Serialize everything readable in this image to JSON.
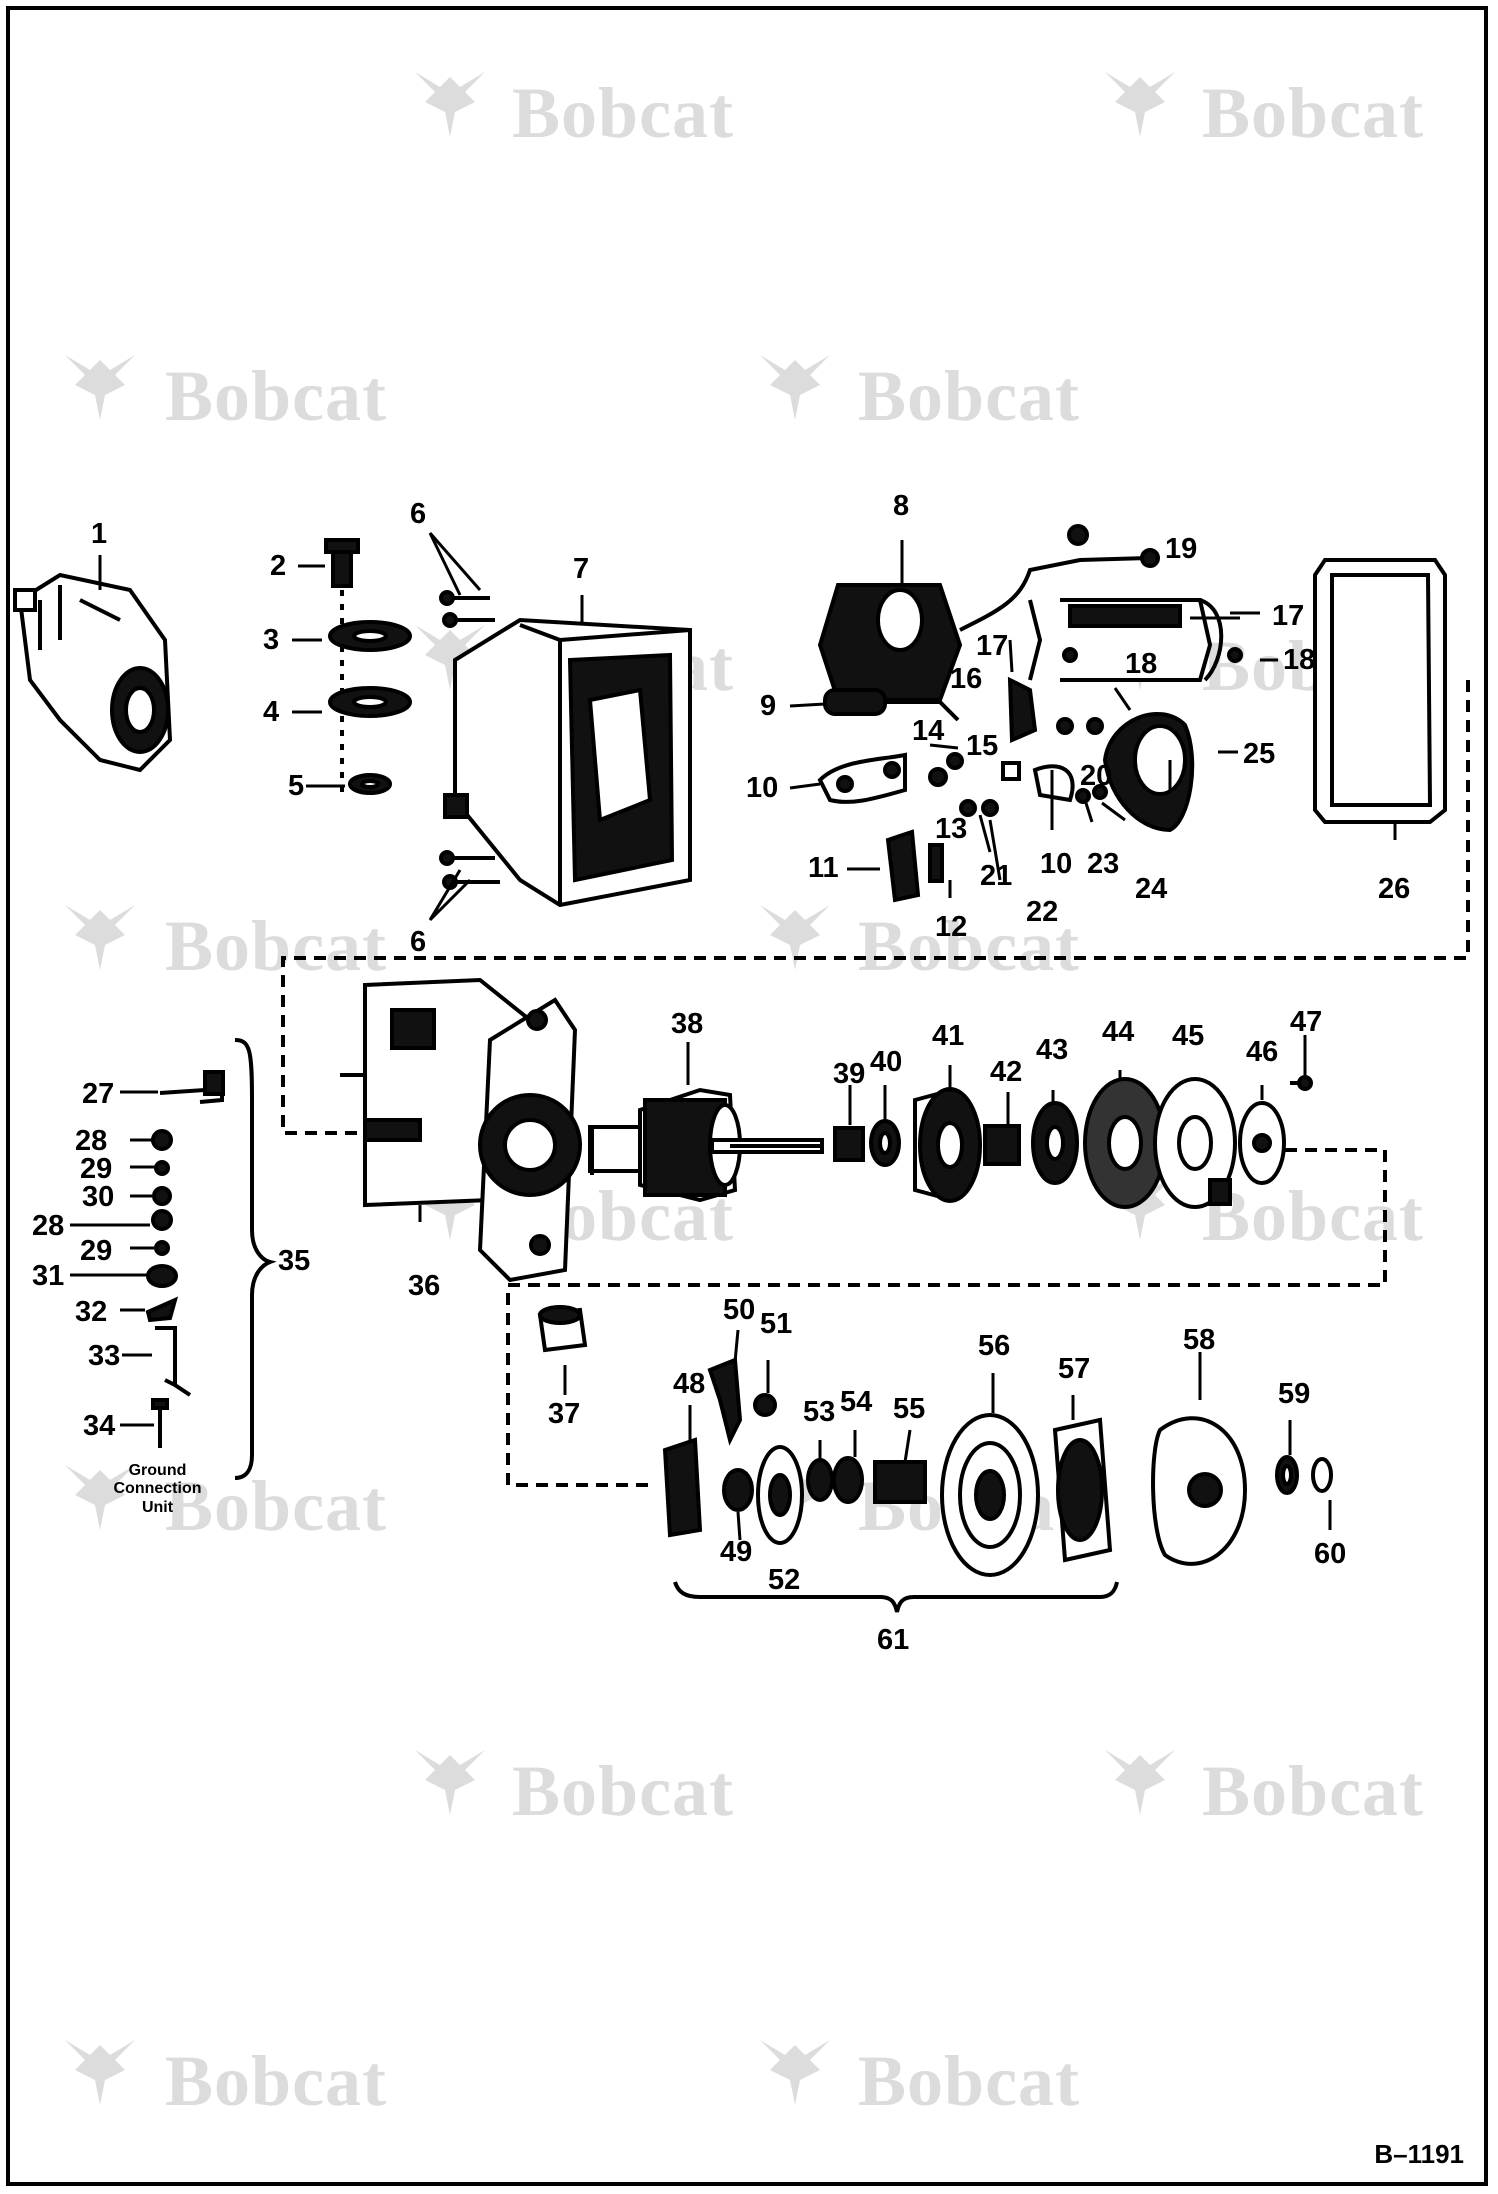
{
  "watermark": {
    "text": "Bobcat"
  },
  "doc_ref": "B–1191",
  "ground_note": {
    "line1": "Ground",
    "line2": "Connection",
    "line3": "Unit"
  },
  "callouts": {
    "n1": "1",
    "n2": "2",
    "n3": "3",
    "n4": "4",
    "n5": "5",
    "n6": "6",
    "n7": "7",
    "n8": "8",
    "n9": "9",
    "n10": "10",
    "n11": "11",
    "n12": "12",
    "n13": "13",
    "n14": "14",
    "n15": "15",
    "n16": "16",
    "n17": "17",
    "n18": "18",
    "n19": "19",
    "n20": "20",
    "n21": "21",
    "n22": "22",
    "n23": "23",
    "n24": "24",
    "n25": "25",
    "n26": "26",
    "n27": "27",
    "n28": "28",
    "n29": "29",
    "n30": "30",
    "n31": "31",
    "n32": "32",
    "n33": "33",
    "n34": "34",
    "n35": "35",
    "n36": "36",
    "n37": "37",
    "n38": "38",
    "n39": "39",
    "n40": "40",
    "n41": "41",
    "n42": "42",
    "n43": "43",
    "n44": "44",
    "n45": "45",
    "n46": "46",
    "n47": "47",
    "n48": "48",
    "n49": "49",
    "n50": "50",
    "n51": "51",
    "n52": "52",
    "n53": "53",
    "n54": "54",
    "n55": "55",
    "n56": "56",
    "n57": "57",
    "n58": "58",
    "n59": "59",
    "n60": "60",
    "n61": "61"
  },
  "colors": {
    "ink": "#000000",
    "watermark": "#dcdcdc",
    "paper": "#ffffff"
  }
}
